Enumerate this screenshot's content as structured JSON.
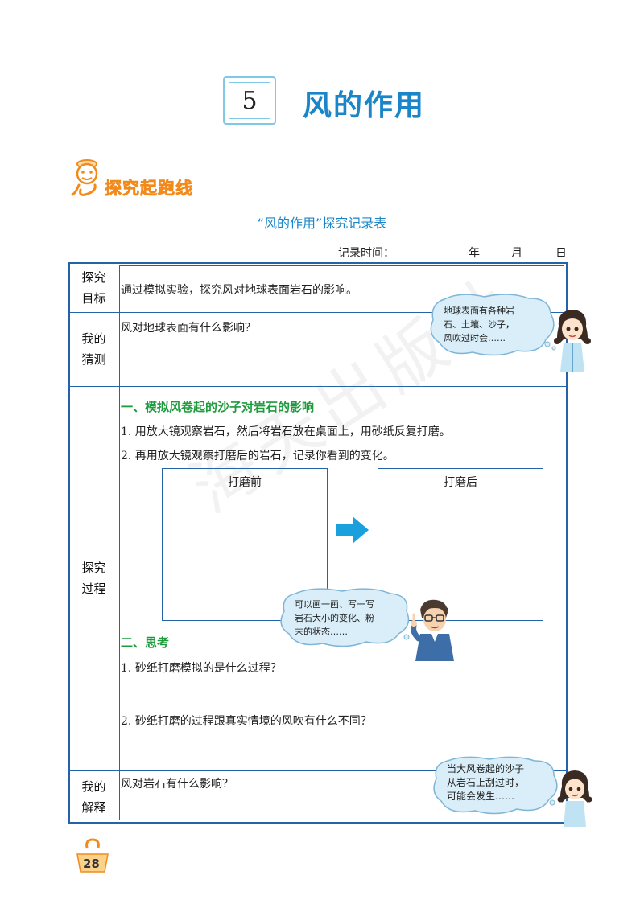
{
  "lesson": {
    "number": "5",
    "title": "风的作用"
  },
  "section_banner": "探究起跑线",
  "table_title": "“风的作用”探究记录表",
  "record_time": {
    "label": "记录时间：",
    "year": "年",
    "month": "月",
    "day": "日"
  },
  "rows": {
    "goal": {
      "label_1": "探究",
      "label_2": "目标",
      "text": "通过模拟实验，探究风对地球表面岩石的影响。"
    },
    "guess": {
      "label_1": "我的",
      "label_2": "猜测",
      "text": "风对地球表面有什么影响？"
    },
    "process": {
      "label_1": "探究",
      "label_2": "过程",
      "part1_title": "一、模拟风卷起的沙子对岩石的影响",
      "step1": "1.  用放大镜观察岩石，然后将岩石放在桌面上，用砂纸反复打磨。",
      "step2": "2.  再用放大镜观察打磨后的岩石，记录你看到的变化。",
      "before_label": "打磨前",
      "after_label": "打磨后",
      "part2_title": "二、思考",
      "q1": "1.  砂纸打磨模拟的是什么过程？",
      "q2": "2.  砂纸打磨的过程跟真实情境的风吹有什么不同？"
    },
    "explain": {
      "label_1": "我的",
      "label_2": "解释",
      "text": "风对岩石有什么影响？"
    }
  },
  "bubbles": {
    "girl_top": [
      "地球表面有各种岩",
      "石、土壤、沙子，",
      "风吹过时会……"
    ],
    "teacher": [
      "可以画一画、写一写",
      "岩石大小的变化、粉",
      "末的状态……"
    ],
    "girl_bottom": [
      "当大风卷起的沙子",
      "从岩石上刮过时，",
      "可能会发生……"
    ]
  },
  "watermark": "海天出版社",
  "page_number": "28",
  "colors": {
    "title_blue": "#1a86c9",
    "table_border": "#2563a8",
    "green_heading": "#1e9b3c",
    "banner_orange": "#f28a1b",
    "arrow_blue": "#1aa0dc",
    "bubble_fill": "#d9eef8"
  }
}
